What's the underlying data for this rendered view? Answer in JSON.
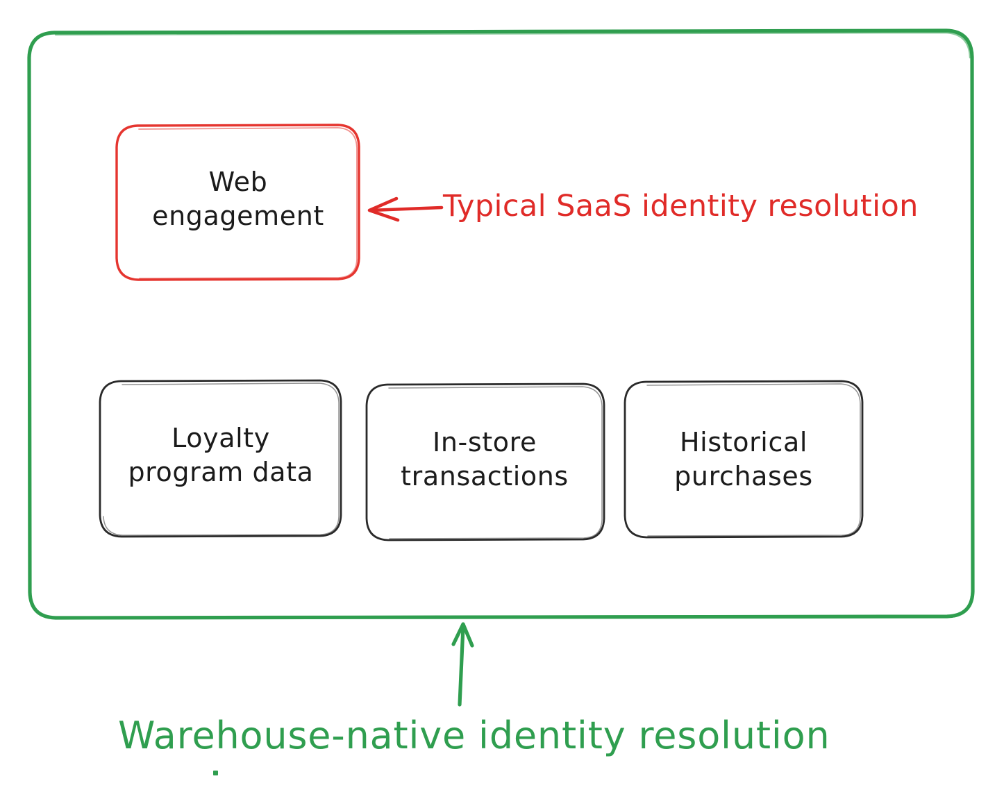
{
  "diagram": {
    "title_absent": true,
    "container": {
      "name": "warehouse-container",
      "stroke_color": "#2f9e4f",
      "style": "hand-drawn rounded rectangle"
    },
    "nodes": [
      {
        "id": "web-engagement",
        "label": "Web\nengagement",
        "stroke_color": "#e02b28",
        "text_color": "#1b1b1b"
      },
      {
        "id": "loyalty-program-data",
        "label": "Loyalty\nprogram data",
        "stroke_color": "#1b1b1b",
        "text_color": "#1b1b1b"
      },
      {
        "id": "in-store-transactions",
        "label": "In-store\ntransactions",
        "stroke_color": "#1b1b1b",
        "text_color": "#1b1b1b"
      },
      {
        "id": "historical-purchases",
        "label": "Historical\npurchases",
        "stroke_color": "#1b1b1b",
        "text_color": "#1b1b1b"
      }
    ],
    "annotations": [
      {
        "id": "typical-saas",
        "text": "Typical SaaS identity resolution",
        "color": "#e02b28",
        "arrow": "left",
        "points_to": "web-engagement"
      },
      {
        "id": "warehouse-native",
        "text": "Warehouse-native identity resolution",
        "color": "#2f9e4f",
        "arrow": "up",
        "points_to": "warehouse-container"
      }
    ]
  }
}
